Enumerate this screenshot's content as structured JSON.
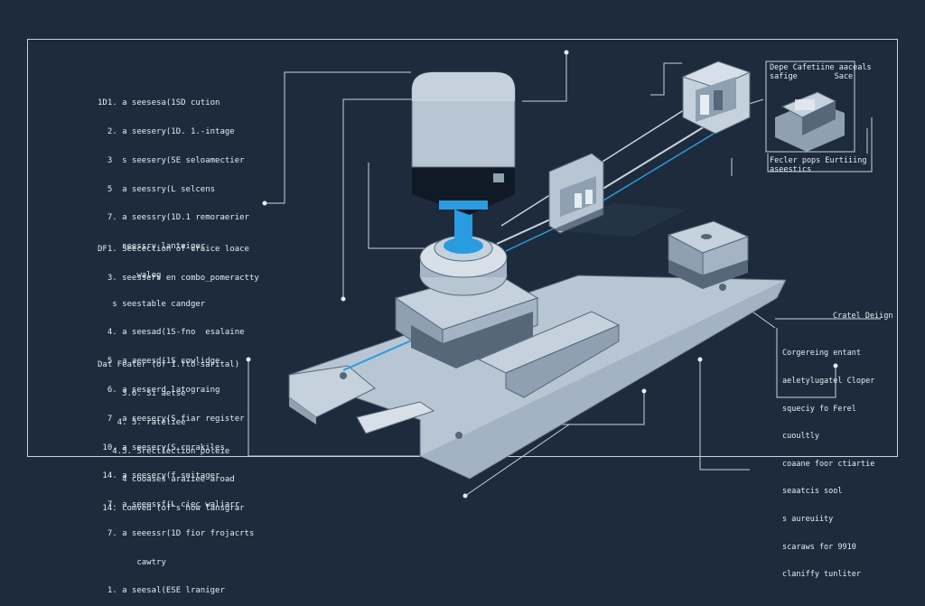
{
  "diagram": {
    "left_list_top": [
      "1D1. a seesesa(1SD cution",
      "  2. a seesery(1D. 1.-intage",
      "  3  s seesery(SE seloamectier",
      "  5  a seessry(L selcens",
      "  7. a seessry(1D.1 remoraerier",
      "     seessry lanteiger",
      "        waleg",
      "   s seestable candger",
      "  4. a seesad(1S-fno  esalaine",
      "  5  a aeeesd(1S cowlidge",
      "  6. a sesserd latograing",
      "  7  a seesery(S fiar register",
      " 10. a seesery(S cnrakiles",
      " 14. a seesery(f snitager",
      "  7. a seeessf(L ciec waliarr",
      "  7. a seeessr(1D fior frojacrts",
      "        cawtry",
      "  1. a seesal(ESE lraniger"
    ],
    "left_list_mid": [
      "DF1. Seecection of craice loace",
      "  3. seessers en combo_pomeractty"
    ],
    "left_list_low": [
      "Dat Feater (of 1.fto-sarital)",
      "     3.6. Si aetse",
      "    4. 5. rateliee",
      "   4.5. Srectiection poleie",
      "     4 cooases araiiee aroad",
      " 14. comved (of's how lansgrar"
    ],
    "right_list": [
      "Corgereing entant",
      "aeletylugatel Cloper",
      "squeciy fo Ferel",
      "cuoultly",
      "coaane foor ctiartie",
      "seaatcis sool",
      "s aureuiity",
      "scaraws for 9910",
      "claniffy tunliter"
    ],
    "inset_top_label": [
      "Depe Cafetiine aaceals",
      "safige        Sace"
    ],
    "inset_bottom_label": [
      "Fecler pops Eurtiiing",
      "aseestics"
    ],
    "crate_label": "Cratel Deiign"
  },
  "colors": {
    "background": "#1d2b3c",
    "line": "#c9d3dd",
    "accent_blue": "#2b9be0",
    "metal_light": "#b8c6d4",
    "metal_mid": "#8ea0b2",
    "metal_dark": "#56677a"
  }
}
